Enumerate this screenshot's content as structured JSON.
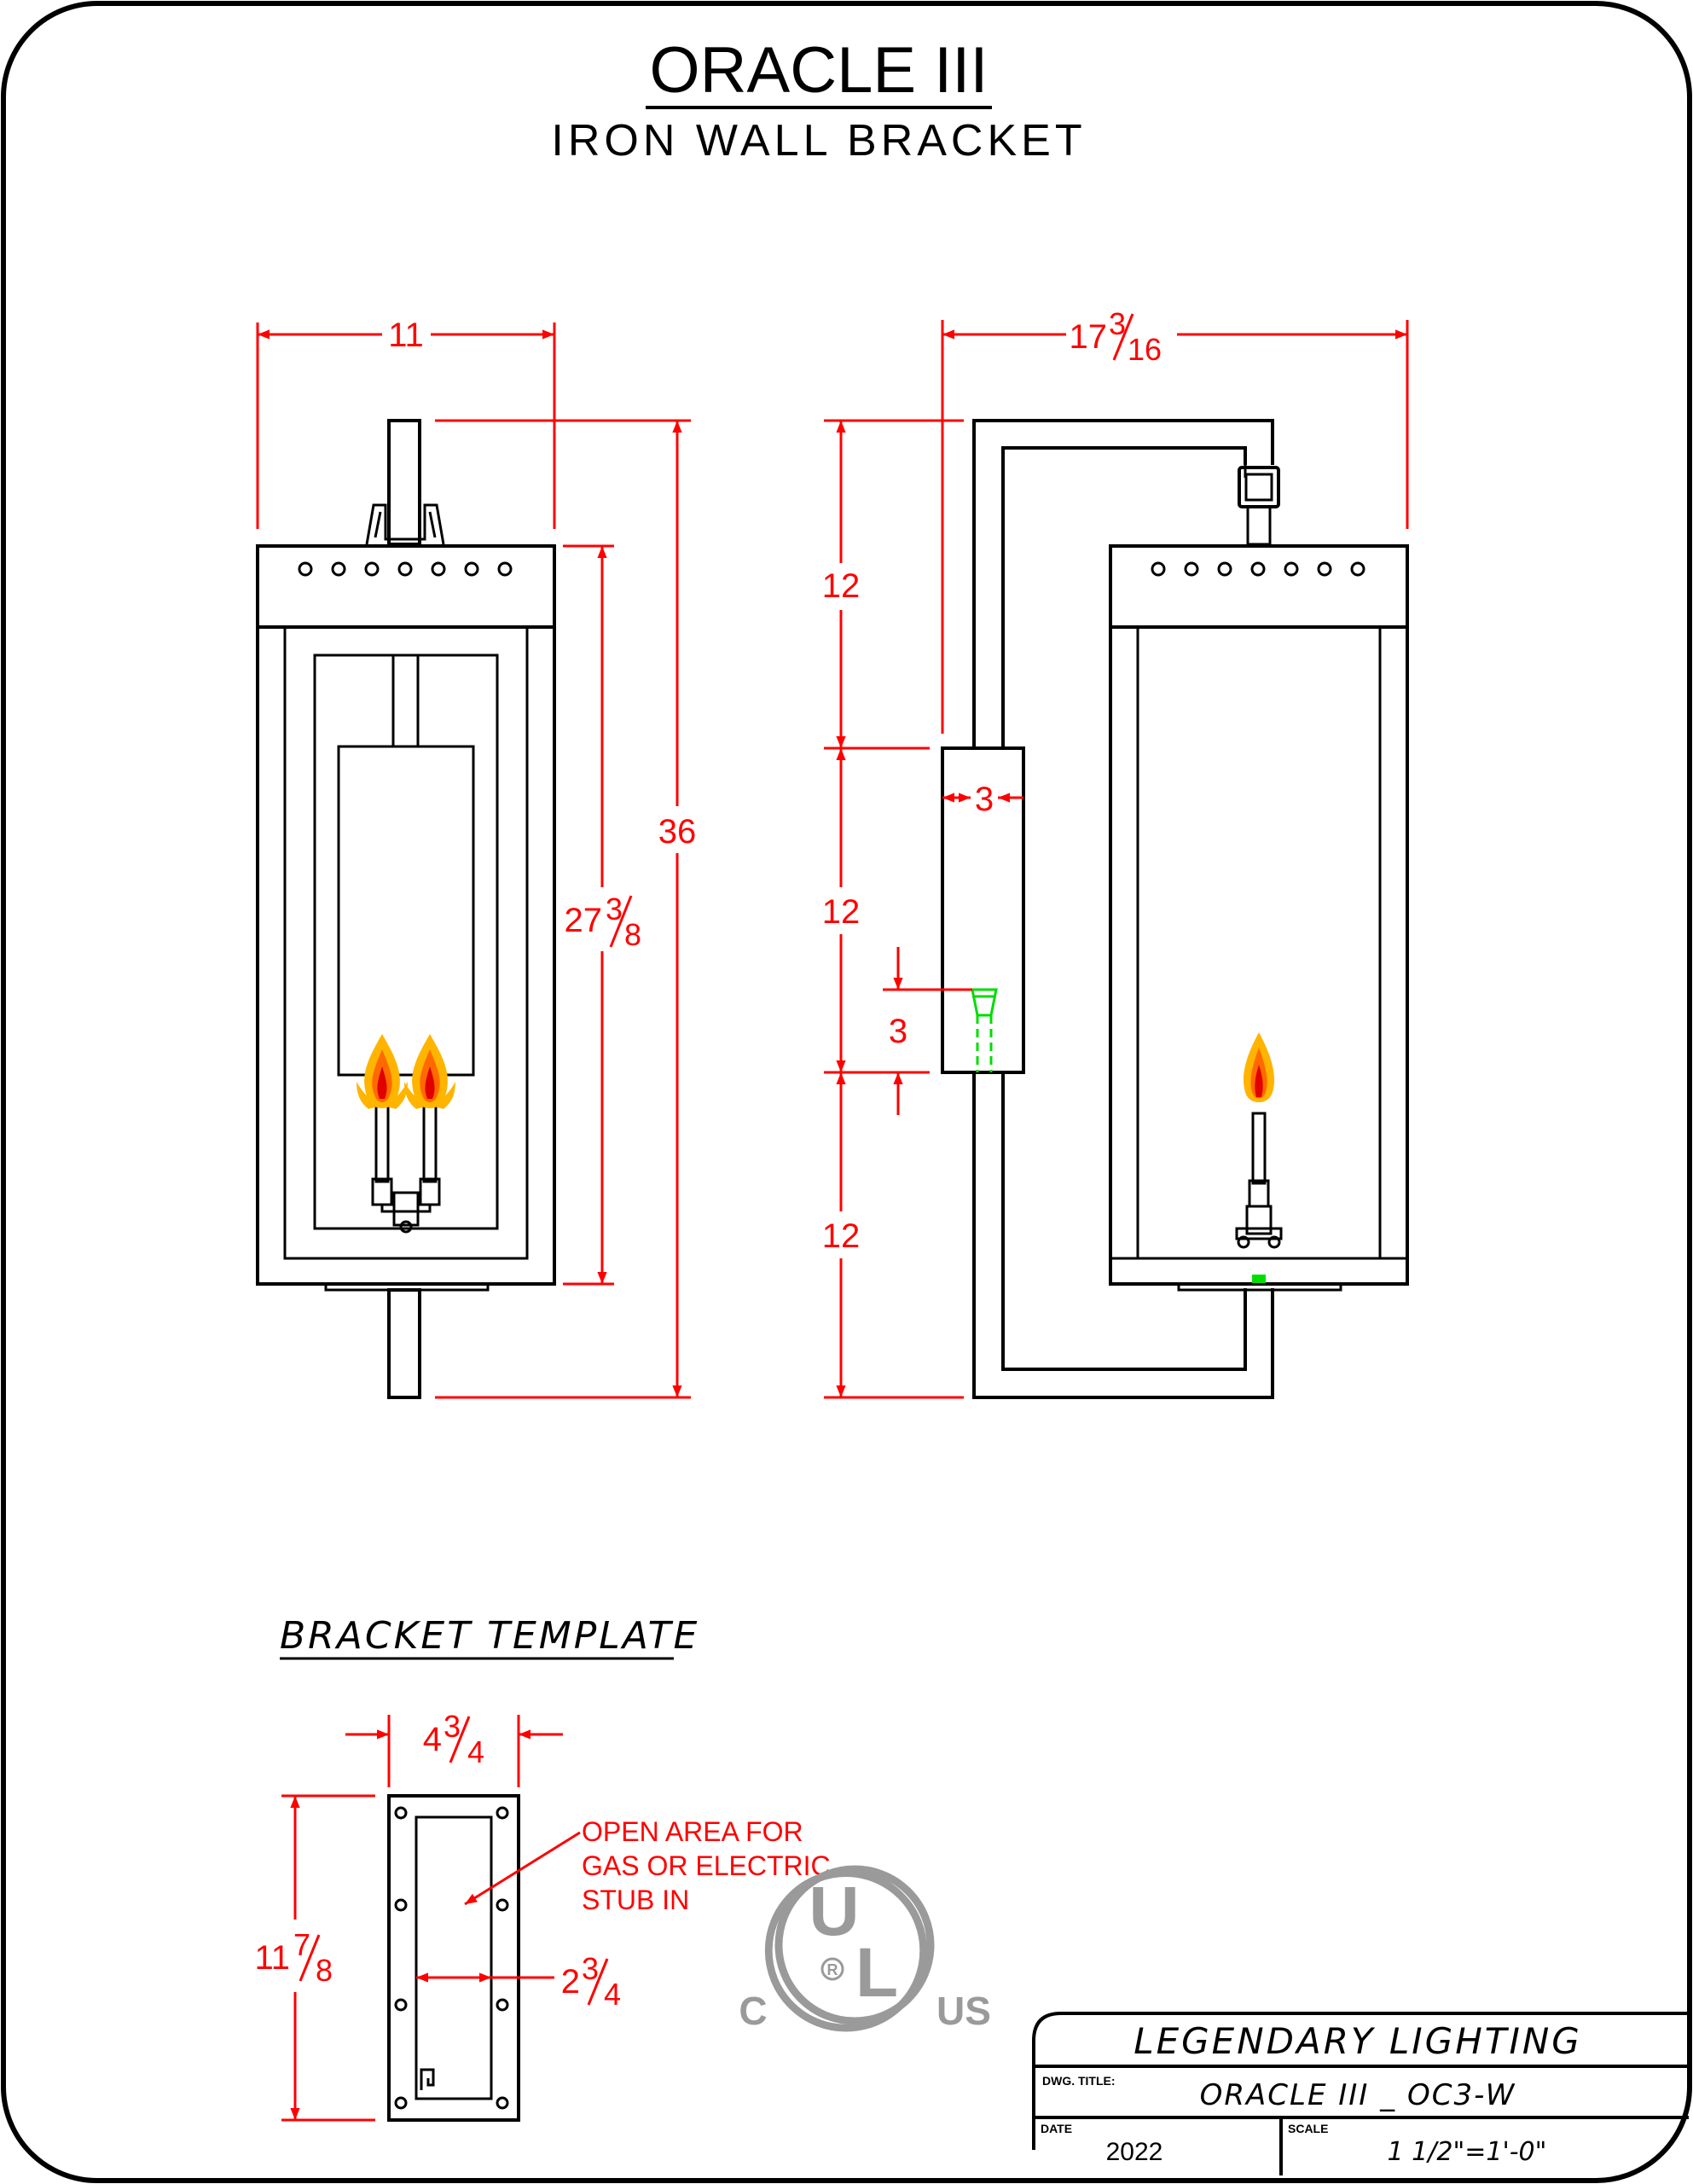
{
  "title": "ORACLE III",
  "subtitle": "IRON WALL BRACKET",
  "dimensions": {
    "front_width": "11",
    "overall_height": "36",
    "housing_height_whole": "27",
    "housing_height_num": "3",
    "housing_height_den": "8",
    "side_depth_whole": "17",
    "side_depth_num": "3",
    "side_depth_den": "16",
    "seg_upper": "12",
    "seg_middle": "12",
    "seg_lower": "12",
    "backplate_width": "3",
    "gas_stub_offset": "3"
  },
  "template": {
    "heading": "BRACKET TEMPLATE",
    "width_whole": "4",
    "width_num": "3",
    "width_den": "4",
    "height_whole": "11",
    "height_num": "7",
    "height_den": "8",
    "opening_whole": "2",
    "opening_num": "3",
    "opening_den": "4",
    "note_lines": [
      "OPEN AREA FOR",
      "GAS OR ELECTRIC",
      "STUB IN"
    ]
  },
  "ul_mark": {
    "letter_u": "U",
    "letter_l": "L",
    "left": "C",
    "right": "US",
    "registered": "R"
  },
  "title_block": {
    "company": "LEGENDARY LIGHTING",
    "dwg_title_label": "DWG. TITLE:",
    "dwg_title": "ORACLE III _ OC3-W",
    "date_label": "DATE",
    "date": "2022",
    "scale_label": "SCALE",
    "scale": "1 1/2\"=1'-0\""
  },
  "colors": {
    "dimension": "#ff0000",
    "gas_fitting": "#00dd00",
    "flame_outer": "#ffb400",
    "flame_mid": "#ff6a00",
    "flame_core": "#e00000",
    "ul_mark": "#9a9a9a"
  }
}
